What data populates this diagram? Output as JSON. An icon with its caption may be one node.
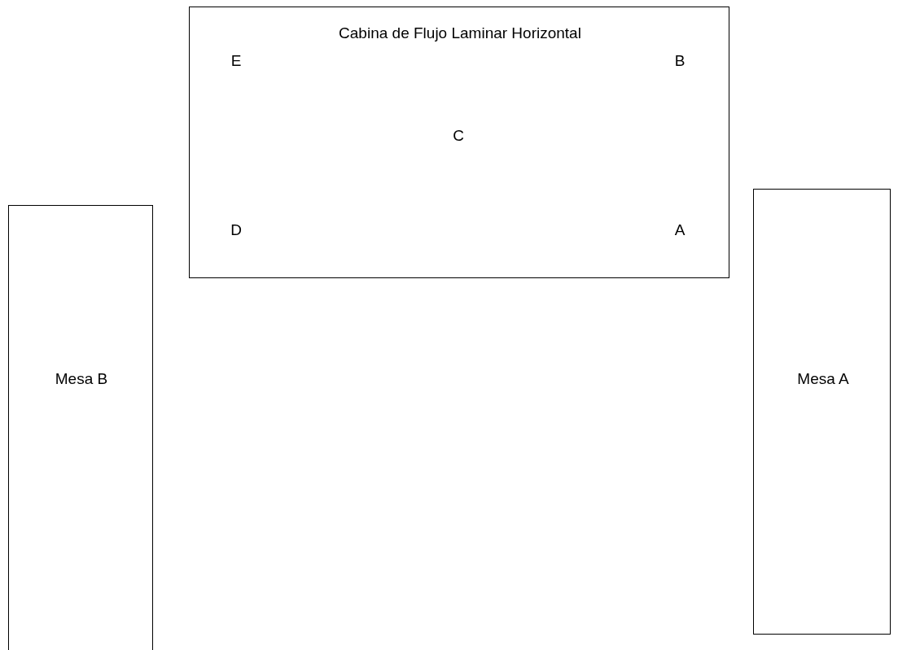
{
  "diagram": {
    "nodes": [
      {
        "text": [
          "Cabina de Flujo Laminar Horizontal"
        ]
      },
      {
        "text": [
          "Mesa B"
        ]
      },
      {
        "text": [
          "Mesa A"
        ]
      }
    ],
    "labels": [
      "E",
      "B",
      "C",
      "D",
      "A"
    ]
  }
}
